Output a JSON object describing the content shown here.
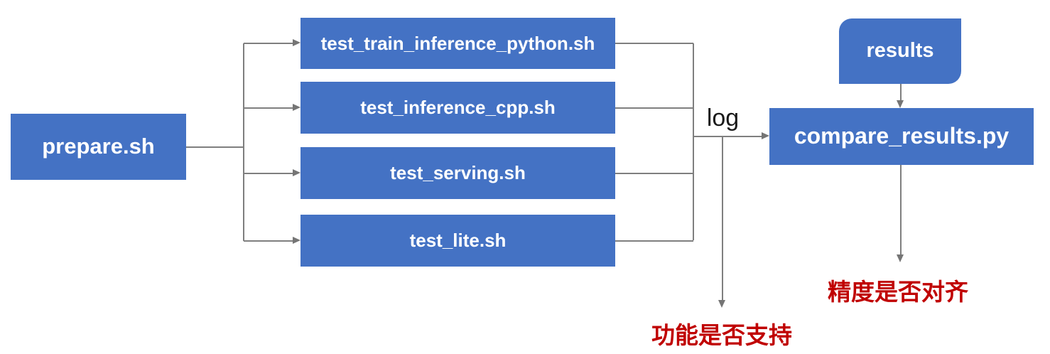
{
  "diagram": {
    "nodes": {
      "prepare": {
        "label": "prepare.sh"
      },
      "tests": [
        {
          "label": "test_train_inference_python.sh"
        },
        {
          "label": "test_inference_cpp.sh"
        },
        {
          "label": "test_serving.sh"
        },
        {
          "label": "test_lite.sh"
        }
      ],
      "results": {
        "label": "results"
      },
      "compare": {
        "label": "compare_results.py"
      }
    },
    "annotations": {
      "log_label": "log",
      "function_support": "功能是否支持",
      "precision_aligned": "精度是否对齐"
    },
    "colors": {
      "node_fill": "#4472C4",
      "node_text": "#FFFFFF",
      "connector": "#7F7F7F",
      "annotation_red": "#C00000",
      "log_text": "#1A1A1A",
      "background": "#FFFFFF"
    }
  }
}
